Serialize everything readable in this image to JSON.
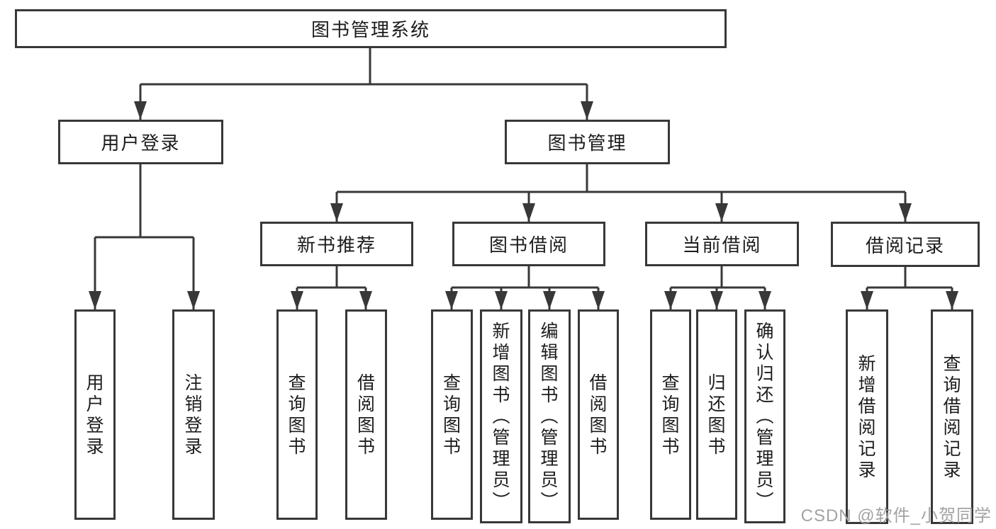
{
  "tree": {
    "label": "图书管理系统",
    "children": [
      {
        "label": "用户登录",
        "children": [
          {
            "label": "用户登录"
          },
          {
            "label": "注销登录"
          }
        ]
      },
      {
        "label": "图书管理",
        "children": [
          {
            "label": "新书推荐",
            "children": [
              {
                "label": "查询图书"
              },
              {
                "label": "借阅图书"
              }
            ]
          },
          {
            "label": "图书借阅",
            "children": [
              {
                "label": "查询图书"
              },
              {
                "label": "新增图书（管理员）"
              },
              {
                "label": "编辑图书（管理员）"
              },
              {
                "label": "借阅图书"
              }
            ]
          },
          {
            "label": "当前借阅",
            "children": [
              {
                "label": "查询图书"
              },
              {
                "label": "归还图书"
              },
              {
                "label": "确认归还（管理员）"
              }
            ]
          },
          {
            "label": "借阅记录",
            "children": [
              {
                "label": "新增借阅记录"
              },
              {
                "label": "查询借阅记录"
              }
            ]
          }
        ]
      }
    ]
  },
  "watermark": "CSDN @软件_小贺同学",
  "colors": {
    "line": "#383838",
    "text": "#1c1c1c",
    "watermark": "#a3a3a3",
    "background": "#ffffff"
  }
}
